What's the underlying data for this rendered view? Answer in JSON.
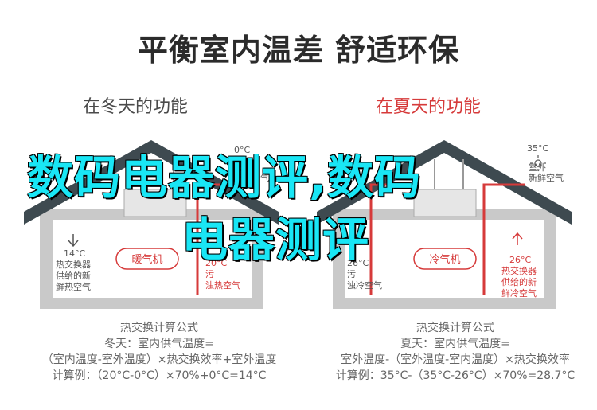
{
  "title": "平衡室内温差 舒适环保",
  "winter": {
    "heading": "在冬天的功能",
    "outdoor_temp": "0°C",
    "outdoor_label_1": "室外",
    "outdoor_label_2": "新鲜空气",
    "indoor_temp": "14°C",
    "indoor_label_1": "热交换器",
    "indoor_label_2": "供给的新",
    "indoor_label_3": "鲜热空气",
    "heater_label": "暖气机",
    "exhaust_temp": "20°C",
    "exhaust_label_1": "污",
    "exhaust_label_2": "浊热空气",
    "formula_title": "热交换计算公式",
    "formula_line1": "冬天：室内供气温度=",
    "formula_line2": "（室内温度-室外温度）×热交换效率+室外温度",
    "formula_line3": "计算例：（20°C-0°C）×70%+0°C=14°C"
  },
  "summer": {
    "heading": "在夏天的功能",
    "outdoor_temp": "35°C",
    "outdoor_label_1": "室外",
    "outdoor_label_2": "新鲜空气",
    "indoor_temp": "26°C",
    "indoor_label_1": "热交换器",
    "indoor_label_2": "供给的新",
    "indoor_label_3": "鲜冷空气",
    "ac_label": "冷气机",
    "exhaust_temp": "26°C",
    "exhaust_label_1": "污",
    "exhaust_label_2": "浊冷空气",
    "formula_title": "热交换计算公式",
    "formula_line1": "夏天：室内供气温度=",
    "formula_line2": "室外温度-（室外温度-室内温度）×热交换效率",
    "formula_line3": "计算例：35°C-（35°C-26°C）×70%=28.7°C"
  },
  "watermark": {
    "line1": "数码电器测评,数码",
    "line2": "电器测评"
  },
  "colors": {
    "roof_winter": "#3e4a50",
    "roof_summer": "#3e4a50",
    "wall": "#c9c9c9",
    "accent_red": "#d63a3a",
    "watermark": "#19e6f5"
  }
}
